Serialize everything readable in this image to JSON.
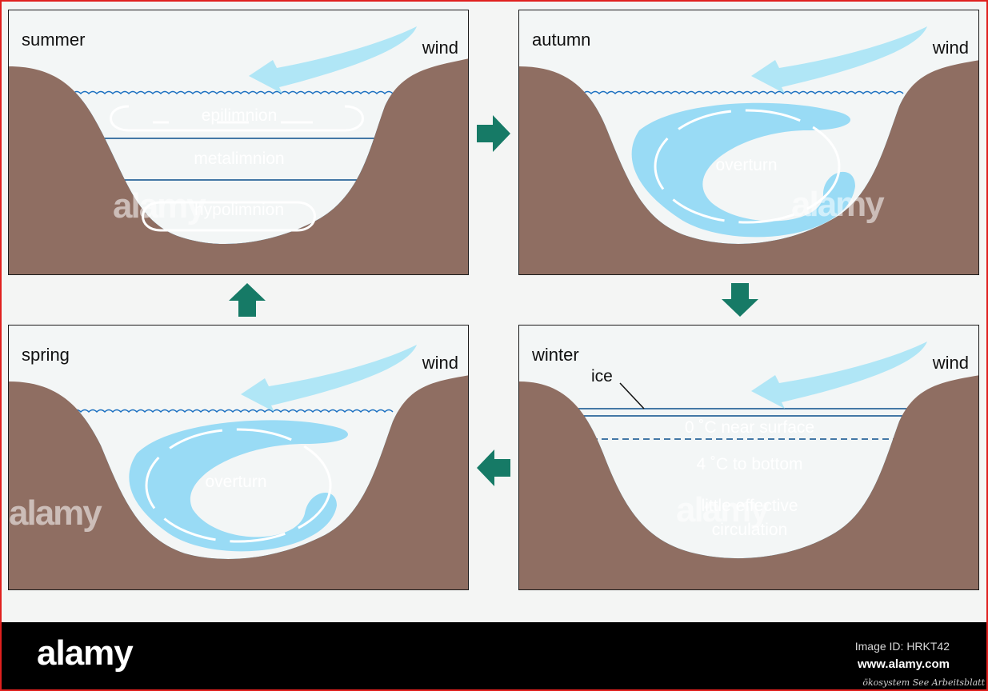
{
  "panels": {
    "summer": {
      "season": "summer",
      "wind": "wind",
      "layers": [
        "epilimnion",
        "metalimnion",
        "hypolimnion"
      ]
    },
    "autumn": {
      "season": "autumn",
      "wind": "wind",
      "label": "overturn"
    },
    "spring": {
      "season": "spring",
      "wind": "wind",
      "label": "overturn"
    },
    "winter": {
      "season": "winter",
      "wind": "wind",
      "ice": "ice",
      "near_surface": "0 ˚C near surface",
      "bottom": "4 ˚C to bottom",
      "circulation_line1": "little effective",
      "circulation_line2": "circulation"
    }
  },
  "footer": {
    "brand": "alamy",
    "image_id": "Image ID: HRKT42",
    "site": "www.alamy.com",
    "credit": "ökosystem See Arbeitsblatt"
  },
  "watermark": "alamy",
  "colors": {
    "ground": "#8f6e62",
    "water_top": "#1a8fdc",
    "water_mid": "#33baf0",
    "water_deep": "#7fd3f5",
    "arrow_green": "#167a66",
    "wind": "#a8e4f6"
  }
}
